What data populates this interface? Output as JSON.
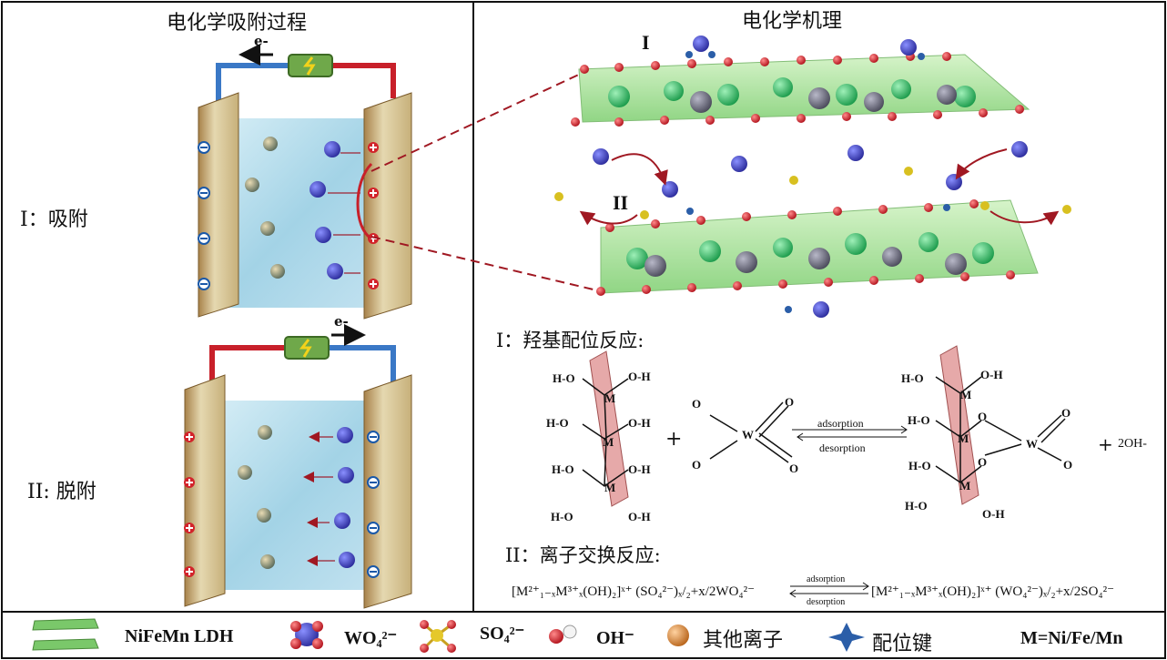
{
  "left_panel": {
    "title": "电化学吸附过程",
    "stage1_label": "I：吸附",
    "stage2_label": "II: 脱附",
    "electron_top": "e-",
    "electron_bottom": "e-"
  },
  "right_panel": {
    "title": "电化学机理",
    "marker_I": "I",
    "marker_II": "II",
    "reaction1_title": "I：羟基配位反应:",
    "reaction2_title": "II：离子交换反应:",
    "oh_label": "O-H",
    "ho_label": "H-O",
    "metal": "M",
    "oxygen": "O",
    "tungsten": "W",
    "plus": "+",
    "product_oh": "2OH-",
    "arrow_forward": "adsorption",
    "arrow_backward": "desorption",
    "eq_left": "[M²⁺₁₋ₓM³⁺ₓ(OH)₂]ˣ⁺ (SO₄²⁻)ₓ/₂+x/2WO₄²⁻",
    "eq_right": "[M²⁺₁₋ₓM³⁺ₓ(OH)₂]ˣ⁺ (WO₄²⁻)ₓ/₂+x/2SO₄²⁻"
  },
  "legend": {
    "ldh": "NiFeMn LDH",
    "wo4": "WO₄²⁻",
    "so4": "SO₄²⁻",
    "oh": "OH⁻",
    "other": "其他离子",
    "bond": "配位键",
    "metal_def": "M=Ni/Fe/Mn"
  },
  "colors": {
    "wire_red": "#c8202a",
    "wire_blue": "#3a78c6",
    "electrode": "#d8cba0",
    "water": "#9fd0e6",
    "ldh_green": "#79d46b",
    "oxygen_red": "#d7262c",
    "bond_blue": "#2b5ea8"
  }
}
